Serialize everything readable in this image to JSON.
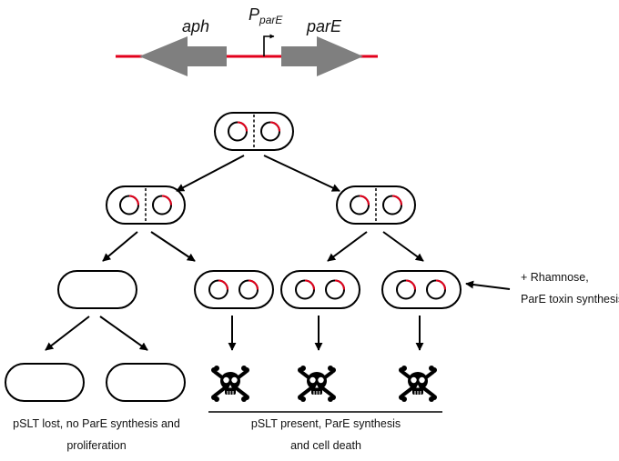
{
  "gene_map": {
    "gene_left": "aph",
    "promoter_main": "P",
    "promoter_sub": "parE",
    "gene_right": "parE"
  },
  "labels": {
    "rhamnose_line1": "+ Rhamnose,",
    "rhamnose_line2": "ParE toxin synthesis",
    "lost_line1": "pSLT lost, no ParE synthesis and",
    "lost_line2": "proliferation",
    "present_line1": "pSLT present, ParE synthesis",
    "present_line2": "and cell death"
  },
  "colors": {
    "dna": "#e3001b",
    "arrow_gene": "#7f7f7f",
    "plasmid_mark": "#e3001b",
    "outline": "#000000"
  },
  "icons": {
    "death": "skull-crossbones-icon",
    "promoter": "promoter-arrow-icon"
  }
}
